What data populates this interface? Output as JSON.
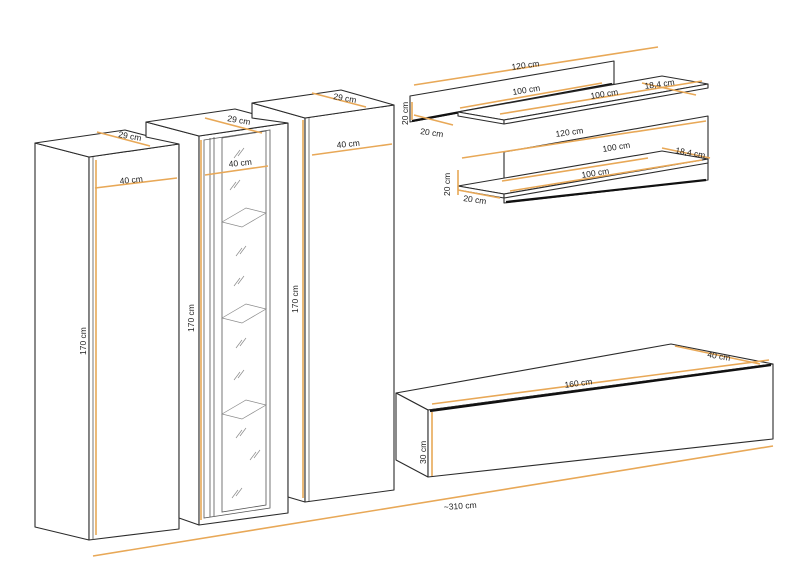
{
  "dimensions": {
    "tall_left_depth": "29 cm",
    "tall_left_width": "40 cm",
    "tall_left_height": "170 cm",
    "glass_depth": "29 cm",
    "glass_width": "40 cm",
    "glass_height": "170 cm",
    "tall_right_depth": "29 cm",
    "tall_right_width": "40 cm",
    "tall_right_height": "170 cm",
    "shelf1_back_width": "120 cm",
    "shelf1_front_width": "100 cm",
    "shelf1_top_width": "100 cm",
    "shelf1_depth": "18,4 cm",
    "shelf1_height": "20 cm",
    "shelf1_side": "20 cm",
    "shelf2_back_width": "120 cm",
    "shelf2_front_width": "100 cm",
    "shelf2_top_width": "100 cm",
    "shelf2_depth": "18,4 cm",
    "shelf2_height": "20 cm",
    "shelf2_side": "20 cm",
    "low_width": "160 cm",
    "low_depth": "40 cm",
    "low_height": "30 cm",
    "total_width": "~310 cm"
  },
  "colors": {
    "dimension_line": "#e8a857",
    "outline": "#2b2b2b"
  }
}
